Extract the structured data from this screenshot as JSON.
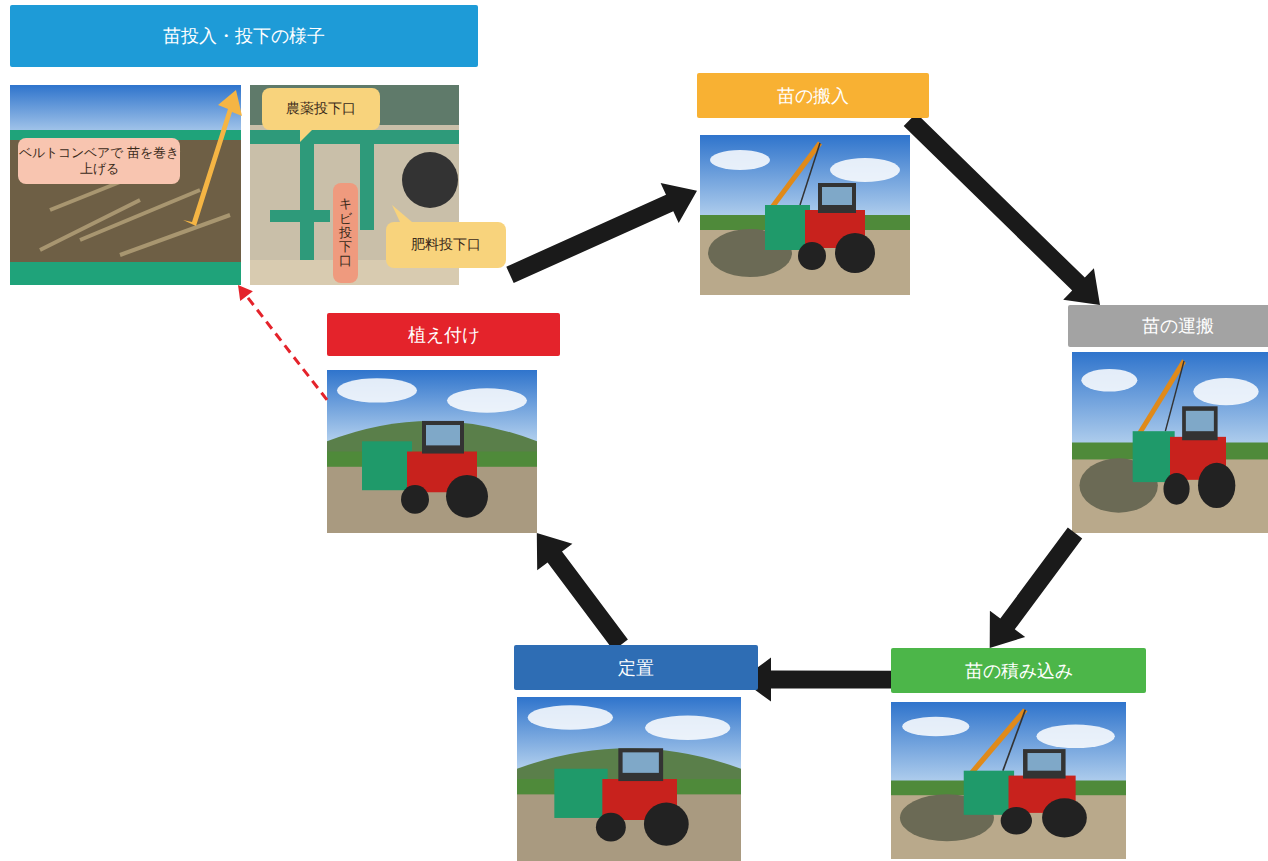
{
  "diagram": {
    "nodes": [
      {
        "text": [
          "苗投入・投下の様子"
        ]
      },
      {
        "text": [
          "ベルトコンベアで 苗を巻き上げる"
        ],
        "in": 0
      },
      {
        "text": [
          "農薬投下口"
        ],
        "in": 0
      },
      {
        "text": [
          "キビ投下口"
        ],
        "in": 0
      },
      {
        "text": [
          "肥料投下口"
        ],
        "in": 0
      },
      {
        "text": [
          "苗の搬入"
        ]
      },
      {
        "text": [
          "苗の運搬"
        ]
      },
      {
        "text": [
          "苗の積み込み"
        ]
      },
      {
        "text": [
          "定置"
        ]
      },
      {
        "text": [
          "植え付け"
        ]
      }
    ],
    "edges": [
      {
        "from": 0,
        "to": 5,
        "arrow": "to"
      },
      {
        "from": 5,
        "to": 6,
        "arrow": "to"
      },
      {
        "from": 6,
        "to": 7,
        "arrow": "to"
      },
      {
        "from": 7,
        "to": 8,
        "arrow": "to"
      },
      {
        "from": 8,
        "to": 9,
        "arrow": "to"
      },
      {
        "from": 9,
        "to": 0,
        "arrow": "to"
      }
    ]
  }
}
